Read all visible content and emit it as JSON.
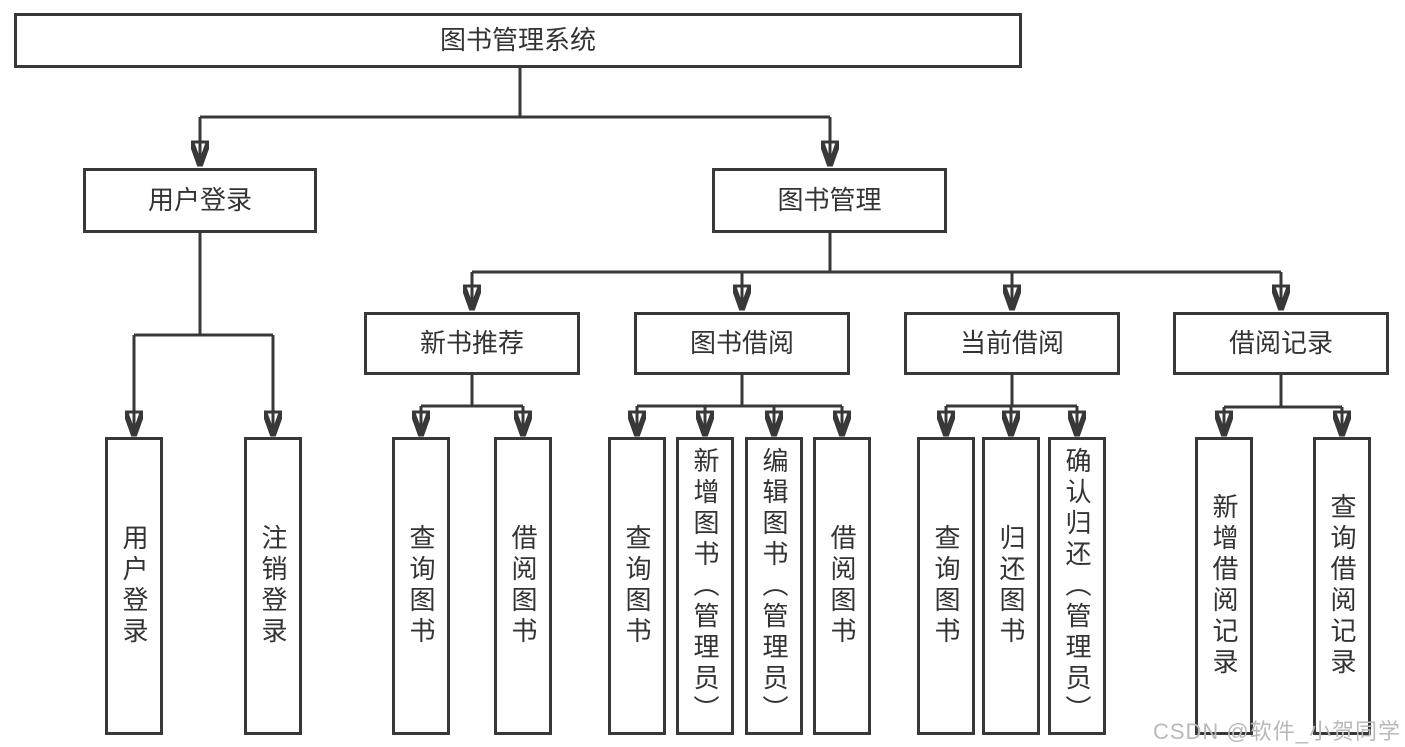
{
  "tree": {
    "root": {
      "label": "图书管理系统"
    },
    "branches": [
      {
        "label": "用户登录",
        "children": [
          {
            "label": "用户登录"
          },
          {
            "label": "注销登录"
          }
        ]
      },
      {
        "label": "图书管理",
        "children": [
          {
            "label": "新书推荐",
            "children": [
              {
                "label": "查询图书"
              },
              {
                "label": "借阅图书"
              }
            ]
          },
          {
            "label": "图书借阅",
            "children": [
              {
                "label": "查询图书"
              },
              {
                "label": "新增图书（管理员）"
              },
              {
                "label": "编辑图书（管理员）"
              },
              {
                "label": "借阅图书"
              }
            ]
          },
          {
            "label": "当前借阅",
            "children": [
              {
                "label": "查询图书"
              },
              {
                "label": "归还图书"
              },
              {
                "label": "确认归还（管理员）"
              }
            ]
          },
          {
            "label": "借阅记录",
            "children": [
              {
                "label": "新增借阅记录"
              },
              {
                "label": "查询借阅记录"
              }
            ]
          }
        ]
      }
    ]
  },
  "watermark": "CSDN @软件_小贺同学",
  "colors": {
    "line": "#383838",
    "text": "#333333",
    "background": "#ffffff",
    "watermark": "#b9b9b9"
  }
}
